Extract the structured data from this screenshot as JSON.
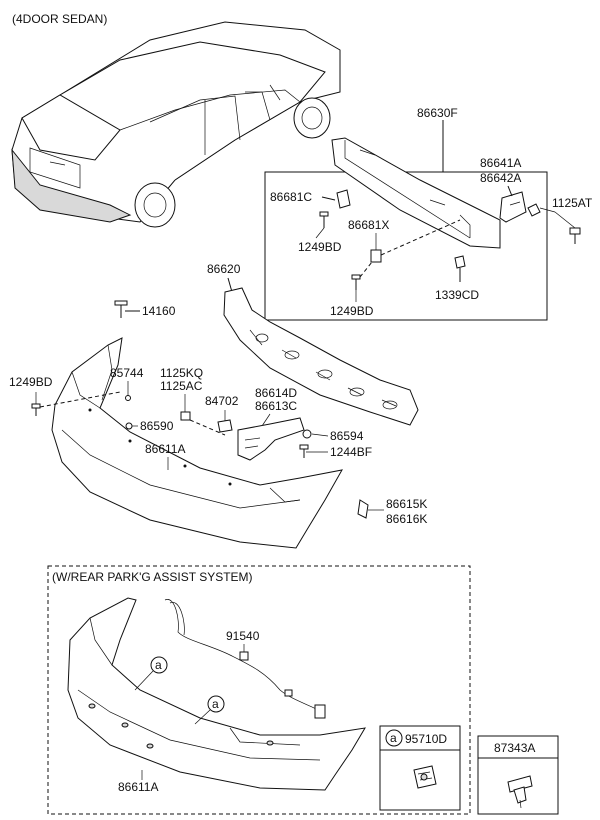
{
  "headings": {
    "model": "(4DOOR SEDAN)",
    "option": "(W/REAR PARK'G ASSIST SYSTEM)"
  },
  "callouts": {
    "p86630F": "86630F",
    "p86641A": "86641A",
    "p86642A": "86642A",
    "p1125AT": "1125AT",
    "p86681C": "86681C",
    "p1249BD_a": "1249BD",
    "p86681X": "86681X",
    "p1249BD_b": "1249BD",
    "p1339CD": "1339CD",
    "p86620": "86620",
    "p14160": "14160",
    "p1249BD_c": "1249BD",
    "p85744": "85744",
    "p1125KQ": "1125KQ",
    "p1125AC": "1125AC",
    "p84702": "84702",
    "p86614D": "86614D",
    "p86613C": "86613C",
    "p86590": "86590",
    "p86594": "86594",
    "p86611A": "86611A",
    "p1244BF": "1244BF",
    "p86615K": "86615K",
    "p86616K": "86616K",
    "p91540": "91540",
    "p86611A_b": "86611A",
    "ref_a1": "a",
    "ref_a2": "a"
  },
  "legend_boxes": {
    "sensor": {
      "ref": "a",
      "part": "95710D"
    },
    "clip": {
      "part": "87343A"
    }
  }
}
